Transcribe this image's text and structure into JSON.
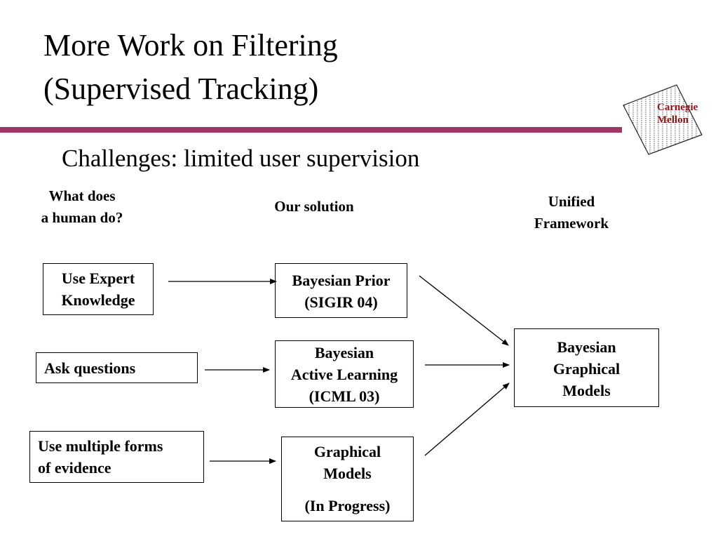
{
  "slide": {
    "title_line1": "More Work on Filtering",
    "title_line2": "(Supervised Tracking)",
    "subtitle": "Challenges: limited user supervision",
    "logo": {
      "line1": "Carnegie",
      "line2": "Mellon",
      "color": "#8c1515"
    },
    "accent_color": "#a03565"
  },
  "headers": {
    "human": {
      "line1": "What does",
      "line2": "a human do?"
    },
    "solution": {
      "line1": "Our solution"
    },
    "unified": {
      "line1": "Unified",
      "line2": "Framework"
    }
  },
  "human_actions": [
    {
      "line1": "Use Expert",
      "line2": "Knowledge"
    },
    {
      "line1": "Ask questions"
    },
    {
      "line1": "Use multiple forms",
      "line2": "of evidence"
    }
  ],
  "solutions": [
    {
      "line1": "Bayesian Prior",
      "line2": "(SIGIR 04)"
    },
    {
      "line1": "Bayesian",
      "line2": "Active Learning",
      "line3": "(ICML 03)"
    },
    {
      "line1": "Graphical",
      "line2": "Models",
      "line3": "(In Progress)"
    }
  ],
  "framework": {
    "line1": "Bayesian",
    "line2": "Graphical",
    "line3": "Models"
  }
}
